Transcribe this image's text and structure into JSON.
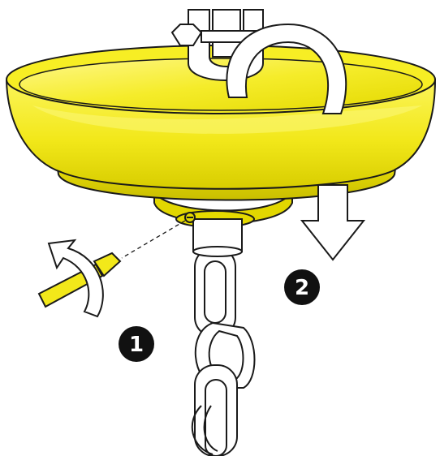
{
  "steps": [
    {
      "number": "1",
      "action": "screwdriver-loosen-screw"
    },
    {
      "number": "2",
      "action": "pull-down-bowl"
    }
  ],
  "colors": {
    "bowl_yellow": "#f4ec1e",
    "bowl_shade": "#d9cf00",
    "bowl_highlight": "#fbf76e",
    "outline": "#1a1a1a",
    "metal": "#ffffff",
    "badge": "#111111"
  },
  "icons": [
    "screwdriver-icon",
    "rotation-arrow-icon",
    "down-arrow-icon",
    "chain-icon",
    "hanger-hook-icon"
  ]
}
